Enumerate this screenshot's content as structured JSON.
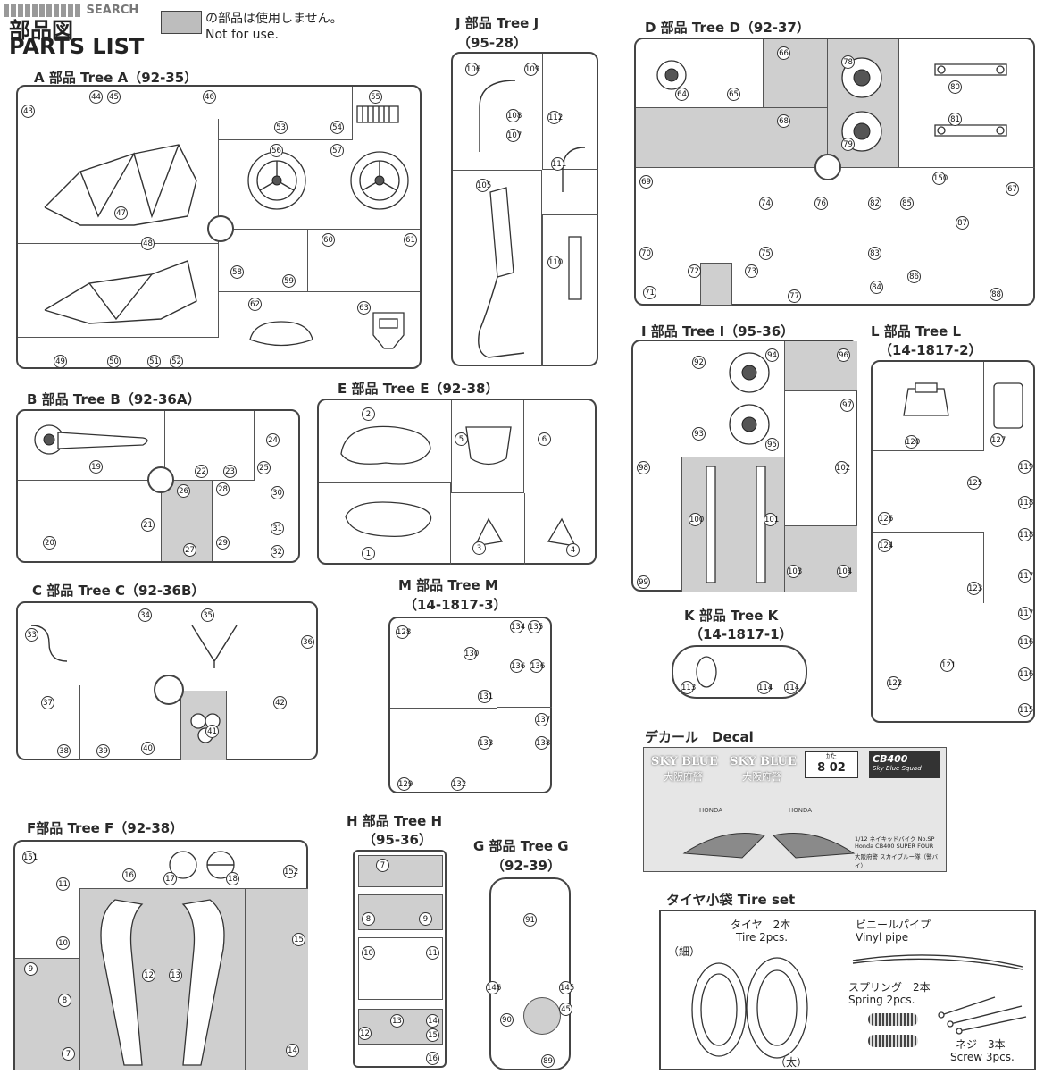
{
  "header": {
    "watermark": "SEARCH",
    "title_jp": "部品図",
    "title_en": "PARTS LIST",
    "legend_jp": "の部品は使用しません。",
    "legend_en": "Not for use.",
    "legend_swatch_color": "#bdbdbd"
  },
  "trees": {
    "a": {
      "label": "A 部品 Tree A（92-35）",
      "parts": [
        "43",
        "44",
        "45",
        "46",
        "47",
        "48",
        "49",
        "50",
        "51",
        "52",
        "53",
        "54",
        "55",
        "56",
        "57",
        "58",
        "59",
        "60",
        "61",
        "62",
        "63"
      ]
    },
    "b": {
      "label": "B 部品 Tree B（92-36A）",
      "parts": [
        "19",
        "20",
        "21",
        "22",
        "23",
        "24",
        "25",
        "26",
        "27",
        "28",
        "29",
        "30",
        "31",
        "32"
      ]
    },
    "c": {
      "label": "C 部品 Tree C（92-36B）",
      "parts": [
        "33",
        "34",
        "35",
        "36",
        "37",
        "38",
        "39",
        "40",
        "41",
        "42"
      ]
    },
    "d": {
      "label": "D 部品 Tree D（92-37）",
      "parts": [
        "64",
        "65",
        "66",
        "67",
        "68",
        "69",
        "70",
        "71",
        "72",
        "73",
        "74",
        "75",
        "76",
        "77",
        "78",
        "79",
        "80",
        "81",
        "82",
        "83",
        "84",
        "85",
        "86",
        "87",
        "88",
        "150"
      ]
    },
    "e": {
      "label": "E 部品 Tree E（92-38）",
      "parts": [
        "2",
        "5",
        "6",
        "1",
        "3",
        "4"
      ]
    },
    "f": {
      "label": "F部品 Tree F（92-38）",
      "parts": [
        "151",
        "16",
        "17",
        "18",
        "152",
        "11",
        "10",
        "9",
        "8",
        "7",
        "12",
        "13",
        "15",
        "14"
      ]
    },
    "g": {
      "label": "G 部品 Tree G",
      "sub": "（92-39）",
      "parts": [
        "91",
        "146",
        "145",
        "90",
        "45",
        "89"
      ]
    },
    "h": {
      "label": "H 部品 Tree H",
      "sub": "（95-36）",
      "parts": [
        "7",
        "8",
        "9",
        "10",
        "11",
        "12",
        "13",
        "14",
        "15",
        "16"
      ]
    },
    "i": {
      "label": "I 部品 Tree I（95-36）",
      "parts": [
        "92",
        "93",
        "94",
        "95",
        "96",
        "97",
        "98",
        "99",
        "100",
        "101",
        "102",
        "103",
        "104"
      ]
    },
    "j": {
      "label": "J 部品 Tree J",
      "sub": "（95-28）",
      "parts": [
        "106",
        "109",
        "108",
        "107",
        "112",
        "111",
        "105",
        "110"
      ]
    },
    "k": {
      "label": "K 部品 Tree K",
      "sub": "（14-1817-1）",
      "parts": [
        "113",
        "114",
        "114"
      ]
    },
    "l": {
      "label": "L 部品 Tree L",
      "sub": "（14-1817-2）",
      "parts": [
        "120",
        "127",
        "119",
        "118",
        "126",
        "125",
        "118",
        "124",
        "117",
        "123",
        "117",
        "116",
        "122",
        "121",
        "116",
        "115"
      ]
    },
    "m": {
      "label": "M 部品 Tree M",
      "sub": "（14-1817-3）",
      "parts": [
        "128",
        "130",
        "134",
        "135",
        "136",
        "136",
        "131",
        "137",
        "133",
        "129",
        "132",
        "138"
      ]
    }
  },
  "decal": {
    "label": "デカール　Decal",
    "sky_blue": "SKY BLUE",
    "police": "大阪府警",
    "plate": "8 02",
    "plate_top": "ｶた",
    "cb400": "CB400",
    "squad": "Sky Blue Squad",
    "caption1": "1/12 ネイキッドバイク No.SP",
    "caption2": "Honda CB400 SUPER FOUR",
    "caption3": "大阪府警 スカイブルー隊（警バイ）",
    "honda": "HONDA"
  },
  "tire_set": {
    "label": "タイヤ小袋 Tire set",
    "tire_jp": "タイヤ　2本",
    "tire_en": "Tire 2pcs.",
    "thin": "（細）",
    "thick": "（太）",
    "vinyl_jp": "ビニールパイプ",
    "vinyl_en": "Vinyl pipe",
    "spring_jp": "スプリング　2本",
    "spring_en": "Spring 2pcs.",
    "screw_jp": "ネジ　3本",
    "screw_en": "Screw 3pcs."
  }
}
